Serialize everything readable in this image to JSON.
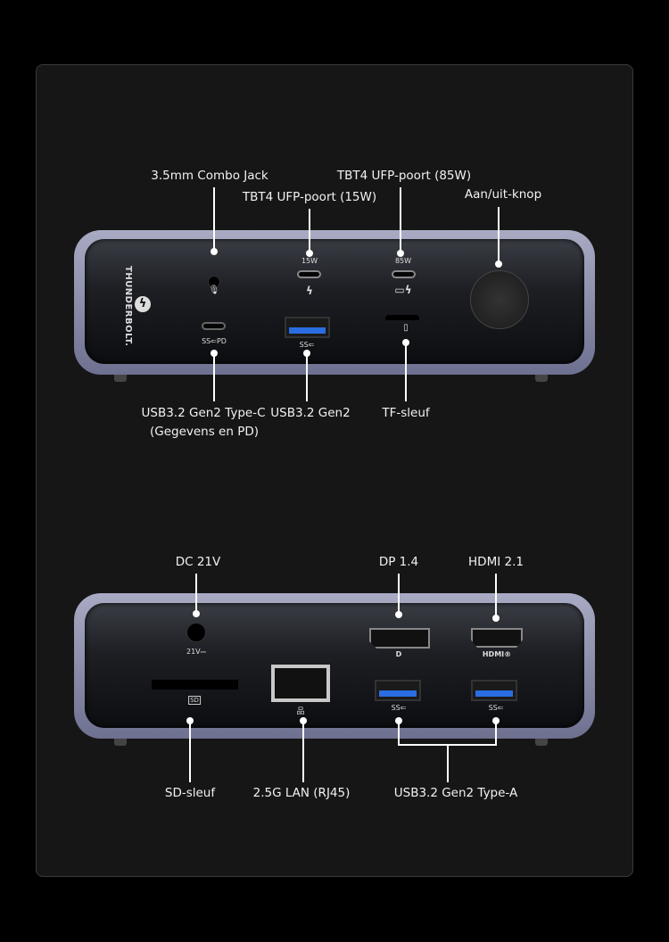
{
  "top_device": {
    "brand_text": "THUNDERBOLT.",
    "port_marks": {
      "tbt15": "15W",
      "tbt85": "85W",
      "usbc": "SS⇐PD",
      "usba": "SS⇐",
      "bolt": "ϟ",
      "laptop_bolt": "▭ϟ"
    },
    "labels": {
      "combo_jack": "3.5mm Combo Jack",
      "tbt4_15": "TBT4 UFP-poort (15W)",
      "tbt4_85": "TBT4 UFP-poort (85W)",
      "power": "Aan/uit-knop",
      "usbc_line1": "USB3.2 Gen2 Type-C",
      "usbc_line2": "(Gegevens en PD)",
      "usba": "USB3.2 Gen2",
      "tf": "TF-sleuf"
    }
  },
  "bottom_device": {
    "port_marks": {
      "dc": "21V⎓",
      "dp": "D",
      "hdmi": "HDMI®",
      "sd": "SD",
      "ss1": "SS⇐",
      "ss2": "SS⇐",
      "lan": "品"
    },
    "labels": {
      "dc": "DC 21V",
      "dp": "DP 1.4",
      "hdmi": "HDMI 2.1",
      "sd": "SD-sleuf",
      "lan": "2.5G LAN (RJ45)",
      "usba": "USB3.2 Gen2 Type-A"
    }
  },
  "colors": {
    "usb_blue": "#2a6de0",
    "frame": "#9a9cb8"
  }
}
